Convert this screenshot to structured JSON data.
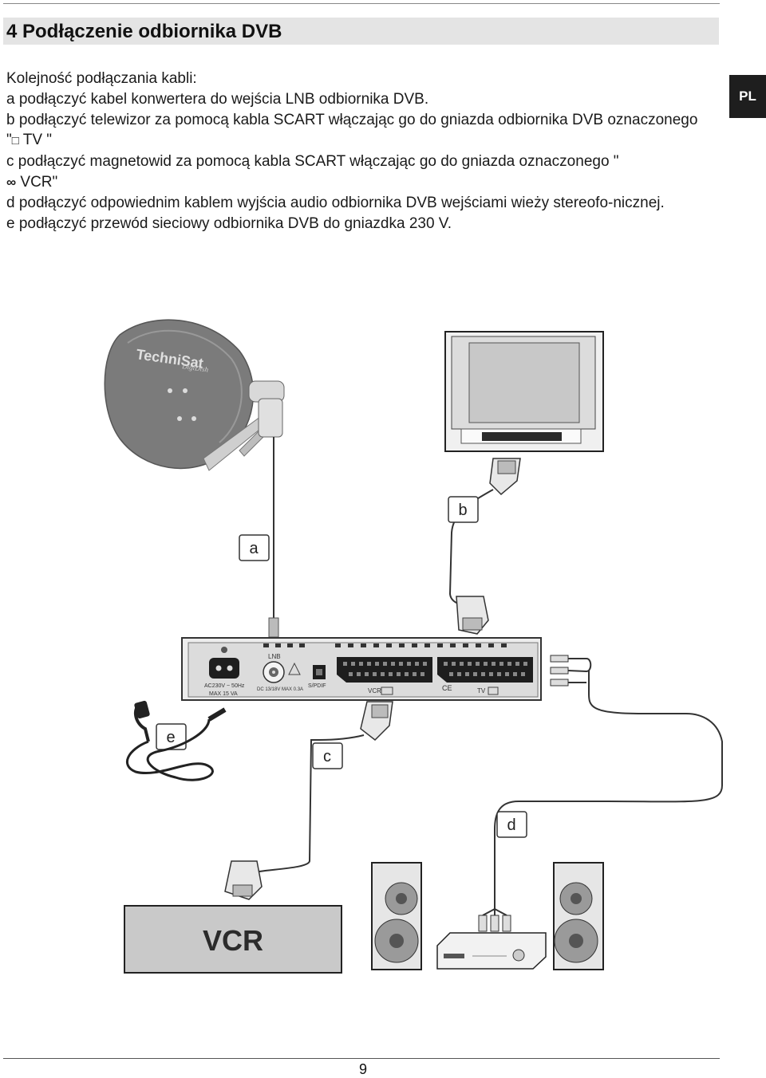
{
  "header": {
    "title": "4 Podłączenie odbiornika DVB",
    "lang_tab": "PL"
  },
  "instructions": {
    "intro": "Kolejność podłączania kabli:",
    "step_a": "a podłączyć kabel konwertera do wejścia LNB odbiornika DVB.",
    "step_b_text": "b podłączyć telewizor za pomocą kabla SCART włączając go do gniazda odbiornika DVB oznaczonego \"",
    "step_b_symbol": "□",
    "step_b_end": " TV \"",
    "step_c_text": "c podłączyć magnetowid za pomocą kabla SCART włączając go do gniazda oznaczonego \"",
    "step_c_symbol": "∞",
    "step_c_end": " VCR\"",
    "step_d": "d podłączyć odpowiednim kablem wyjścia audio odbiornika DVB wejściami wieży stereofo-nicznej.",
    "step_e": "e podłączyć przewód sieciowy odbiornika DVB do gniazdka 230 V."
  },
  "diagram": {
    "dish_brand": "TechniSat",
    "dish_sub": "DigiDish",
    "callouts": {
      "a": "a",
      "b": "b",
      "c": "c",
      "d": "d",
      "e": "e"
    },
    "receiver_panel": {
      "lnb": "LNB",
      "power": "AC230V ~ 50Hz",
      "power_max": "MAX 15 VA",
      "lnb_spec": "DC 13/18V MAX 0.3A",
      "spdif": "S/PDIF",
      "vcr": "VCR",
      "tv": "TV",
      "ce": "CE"
    },
    "vcr_label": "VCR"
  },
  "footer": {
    "page_number": "9"
  }
}
